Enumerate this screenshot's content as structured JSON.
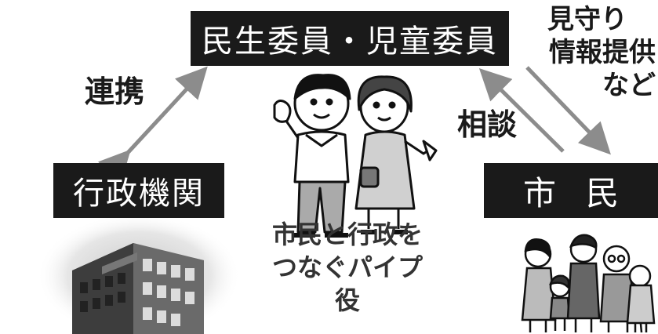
{
  "boxes": {
    "top": "民生委員・児童委員",
    "left": "行政機関",
    "right": "市民"
  },
  "labels": {
    "renkei": "連携",
    "soudan": "相談",
    "mimamori": [
      "見守り",
      "情報提供",
      "など"
    ],
    "center": [
      "市民と行政を",
      "つなぐパイプ役"
    ]
  },
  "colors": {
    "box_bg": "#1a1a1a",
    "arrow": "#8c8c8c",
    "text": "#1a1a1a"
  },
  "icons": [
    "building-icon",
    "couple-icon",
    "family-group-icon"
  ]
}
